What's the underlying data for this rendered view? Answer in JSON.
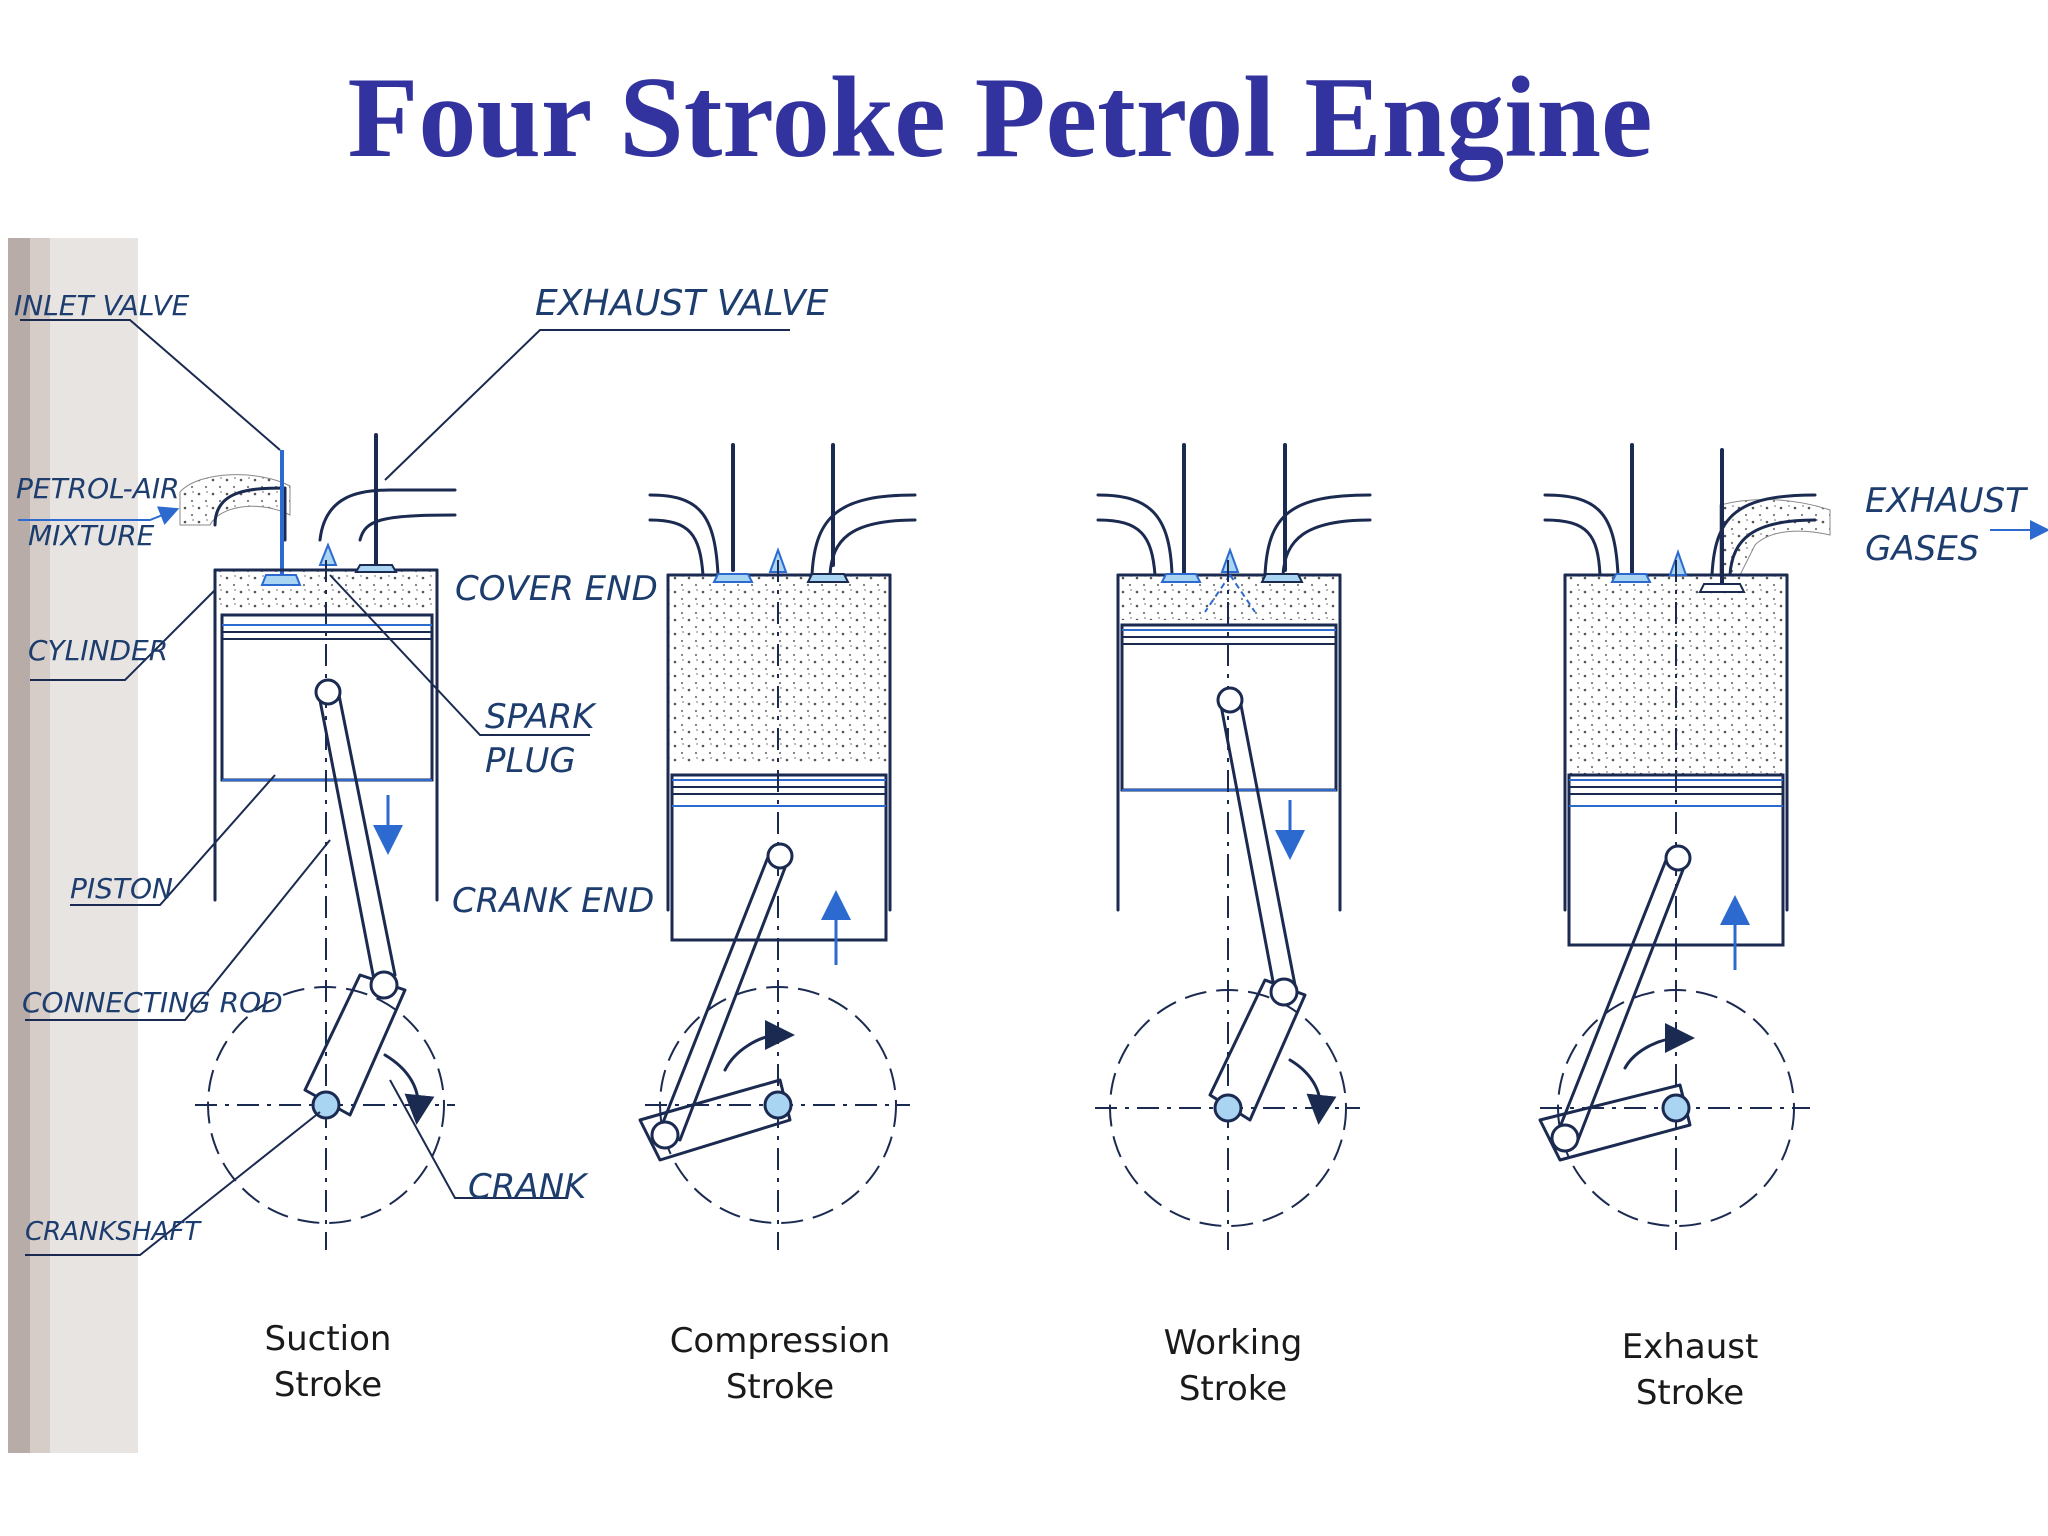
{
  "title": "Four Stroke Petrol Engine",
  "colors": {
    "title": "#3333a0",
    "ink": "#1b2a50",
    "accent_blue": "#2c6ad0",
    "valve_fill": "#a9d4f2"
  },
  "labels": {
    "inlet_valve": "INLET VALVE",
    "exhaust_valve": "EXHAUST VALVE",
    "petrol_air_1": "PETROL-AIR",
    "petrol_air_2": "MIXTURE",
    "cylinder": "CYLINDER",
    "cover_end": "COVER END",
    "spark_1": "SPARK",
    "spark_2": "PLUG",
    "piston": "PISTON",
    "crank_end": "CRANK END",
    "connecting_rod": "CONNECTING ROD",
    "crank": "CRANK",
    "crankshaft": "CRANKSHAFT",
    "exhaust_gases_1": "EXHAUST",
    "exhaust_gases_2": "GASES"
  },
  "strokes": [
    {
      "line1": "Suction",
      "line2": "Stroke",
      "piston_motion": "down",
      "crank_rotation": "clockwise"
    },
    {
      "line1": "Compression",
      "line2": "Stroke",
      "piston_motion": "up",
      "crank_rotation": "clockwise"
    },
    {
      "line1": "Working",
      "line2": "Stroke",
      "piston_motion": "down",
      "crank_rotation": "clockwise"
    },
    {
      "line1": "Exhaust",
      "line2": "Stroke",
      "piston_motion": "up",
      "crank_rotation": "clockwise"
    }
  ]
}
